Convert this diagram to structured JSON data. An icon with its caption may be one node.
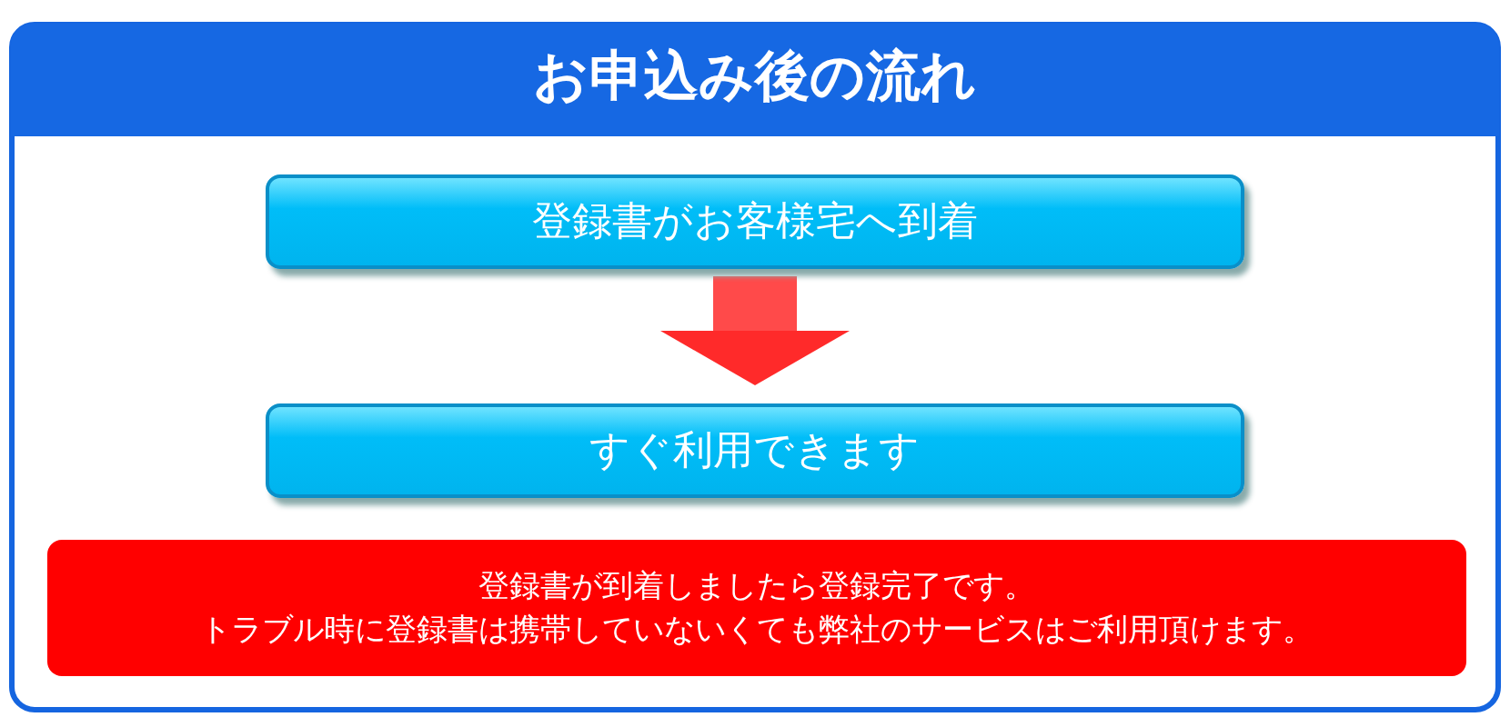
{
  "diagram": {
    "title": "お申込み後の流れ",
    "nodes": [
      {
        "text": [
          "登録書がお客様宅へ到着"
        ]
      },
      {
        "text": [
          "すぐ利用できます"
        ]
      },
      {
        "text": [
          "登録書が到着しましたら登録完了です。",
          "トラブル時に登録書は携帯していないくても弊社のサービスはご利用頂けます。"
        ]
      }
    ],
    "edges": [
      {
        "from": 0,
        "to": 1,
        "arrow": "to"
      }
    ]
  }
}
